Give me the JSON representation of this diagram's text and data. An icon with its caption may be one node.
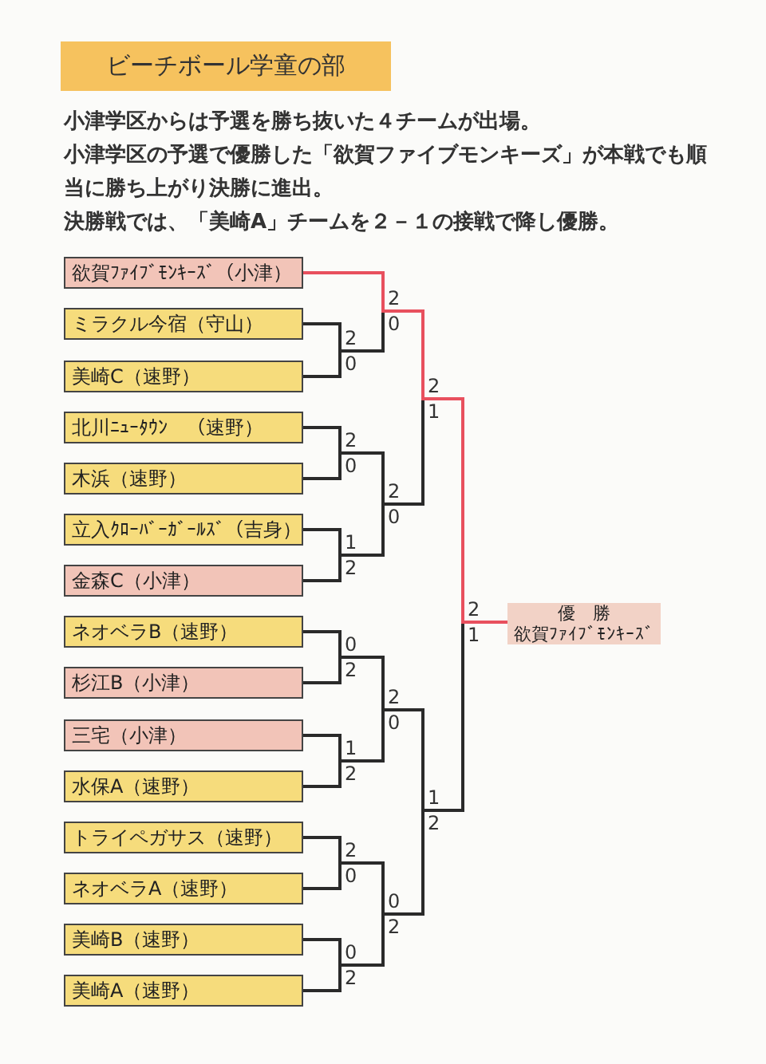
{
  "diagram": {
    "title": "ビーチボール学童の部",
    "nodes": [
      {
        "text": [
          "欲賀ﾌｧｲﾌﾞﾓﾝｷｰｽﾞ（小津）"
        ]
      },
      {
        "text": [
          "ミラクル今宿（守山）"
        ]
      },
      {
        "text": [
          "美崎C（速野）"
        ]
      },
      {
        "text": [
          "北川ﾆｭｰﾀｳﾝ　（速野）"
        ]
      },
      {
        "text": [
          "木浜（速野）"
        ]
      },
      {
        "text": [
          "立入ｸﾛｰﾊﾞｰｶﾞｰﾙｽﾞ（吉身）"
        ]
      },
      {
        "text": [
          "金森C（小津）"
        ]
      },
      {
        "text": [
          "ネオベラB（速野）"
        ]
      },
      {
        "text": [
          "杉江B（小津）"
        ]
      },
      {
        "text": [
          "三宅（小津）"
        ]
      },
      {
        "text": [
          "水保A（速野）"
        ]
      },
      {
        "text": [
          "トライペガサス（速野）"
        ]
      },
      {
        "text": [
          "ネオベラA（速野）"
        ]
      },
      {
        "text": [
          "美崎B（速野）"
        ]
      },
      {
        "text": [
          "美崎A（速野）"
        ]
      },
      {
        "text": [
          "優　勝",
          "欲賀ﾌｧｲﾌﾞﾓﾝｷｰｽﾞ"
        ]
      }
    ],
    "edges": [
      {
        "from": 0,
        "to": 15,
        "arrow": "none",
        "color": "#e8505e"
      },
      {
        "from": 1,
        "to": 15,
        "arrow": "none"
      },
      {
        "from": 2,
        "to": 15,
        "arrow": "none"
      },
      {
        "from": 3,
        "to": 15,
        "arrow": "none"
      },
      {
        "from": 4,
        "to": 15,
        "arrow": "none"
      },
      {
        "from": 5,
        "to": 15,
        "arrow": "none"
      },
      {
        "from": 6,
        "to": 15,
        "arrow": "none"
      },
      {
        "from": 7,
        "to": 15,
        "arrow": "none"
      },
      {
        "from": 8,
        "to": 15,
        "arrow": "none"
      },
      {
        "from": 9,
        "to": 15,
        "arrow": "none"
      },
      {
        "from": 10,
        "to": 15,
        "arrow": "none"
      },
      {
        "from": 11,
        "to": 15,
        "arrow": "none"
      },
      {
        "from": 12,
        "to": 15,
        "arrow": "none"
      },
      {
        "from": 13,
        "to": 15,
        "arrow": "none"
      },
      {
        "from": 14,
        "to": 15,
        "arrow": "none"
      }
    ],
    "labels": [
      "小津学区からは予選を勝ち抜いた４チームが出場。",
      "小津学区の予選で優勝した「欲賀ファイブモンキーズ」が本戦でも順当に勝ち上がり決勝に進出。",
      "決勝戦では、「美崎A」チームを２－１の接戦で降し優勝。",
      "2",
      "0",
      "2",
      "0",
      "2",
      "1",
      "2",
      "0",
      "2",
      "0",
      "1",
      "2",
      "2",
      "1",
      "0",
      "2",
      "2",
      "0",
      "1",
      "2",
      "1",
      "2",
      "2",
      "0",
      "0",
      "2",
      "0",
      "2"
    ]
  }
}
